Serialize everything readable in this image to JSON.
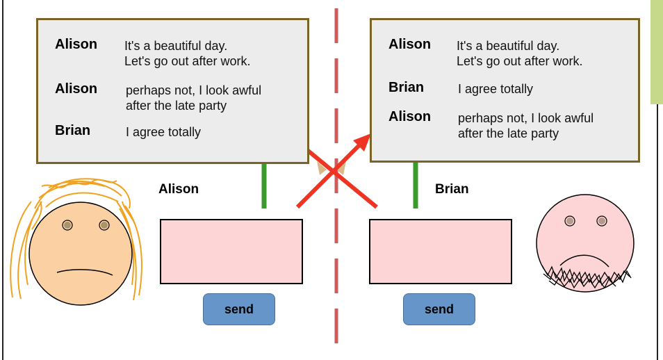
{
  "left_window": {
    "user": "Alison",
    "messages": [
      {
        "sender": "Alison",
        "text": "It's a beautiful day.\nLet's go out after work."
      },
      {
        "sender": "Alison",
        "text": "perhaps not, I look awful\nafter the late party"
      },
      {
        "sender": "Brian",
        "text": "I agree totally"
      }
    ],
    "send_label": "send"
  },
  "right_window": {
    "user": "Brian",
    "messages": [
      {
        "sender": "Alison",
        "text": "It's a beautiful day.\nLet's go out after work."
      },
      {
        "sender": "Brian",
        "text": "I agree totally"
      },
      {
        "sender": "Alison",
        "text": "perhaps not, I look awful\nafter the late party"
      }
    ],
    "send_label": "send"
  },
  "colors": {
    "panel_border": "#7a6326",
    "panel_fill": "#ececec",
    "input_fill": "#fdd5d6",
    "button_fill": "#6695c9",
    "arrow_ok": "#3a9b2c",
    "arrow_bad": "#ee3524",
    "divider": "#cd5c5c",
    "alison_face": "#fbd0a2",
    "alison_hair": "#f0a21e",
    "brian_face": "#fdd5d6"
  }
}
